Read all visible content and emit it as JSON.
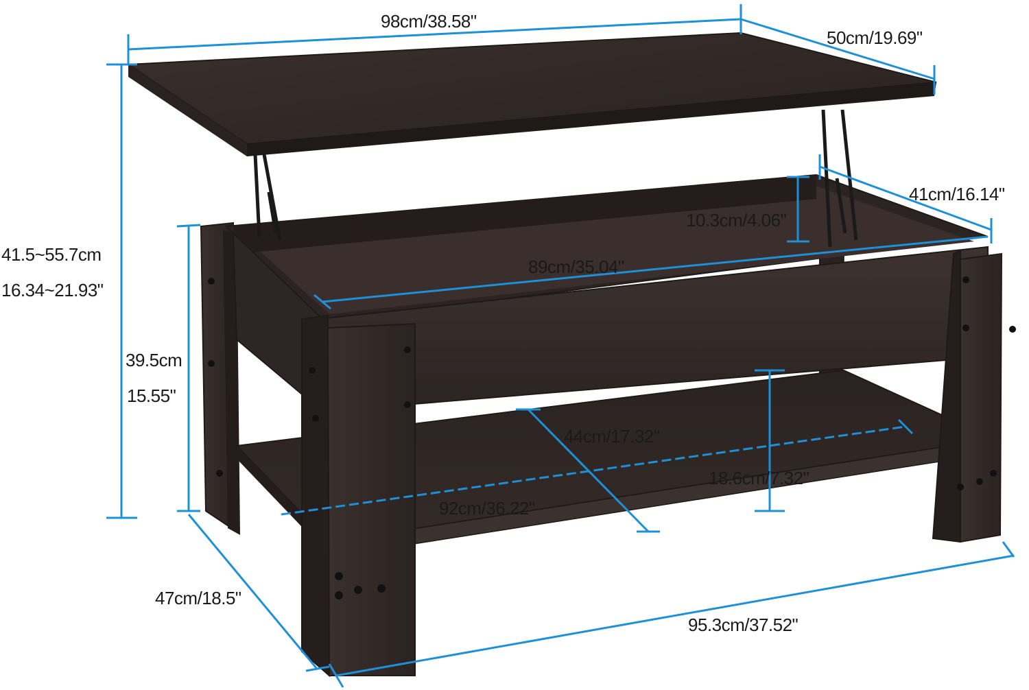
{
  "diagram": {
    "subject": "lift-top coffee table with lower shelf",
    "colors": {
      "wood_dark": "#2e2624",
      "wood_mid": "#3b312e",
      "wood_light": "#4a3e3a",
      "wood_edge": "#1f1918",
      "metal": "#222222",
      "dimension_line": "#1e90d8",
      "label_text": "#1a1a1a"
    },
    "dimensions": {
      "top_length": "98cm/38.58\"",
      "top_width": "50cm/19.69\"",
      "overall_height_cm": "41.5~55.7cm",
      "overall_height_in": "16.34~21.93\"",
      "body_height_cm": "39.5cm",
      "body_height_in": "15.55\"",
      "storage_depth": "10.3cm/4.06\"",
      "inner_width": "41cm/16.14\"",
      "inner_length": "89cm/35.04\"",
      "shelf_depth": "44cm/17.32\"",
      "shelf_clearance": "18.6cm/7.32\"",
      "shelf_length": "92cm/36.22\"",
      "base_depth": "47cm/18.5\"",
      "base_length": "95.3cm/37.52\""
    }
  }
}
